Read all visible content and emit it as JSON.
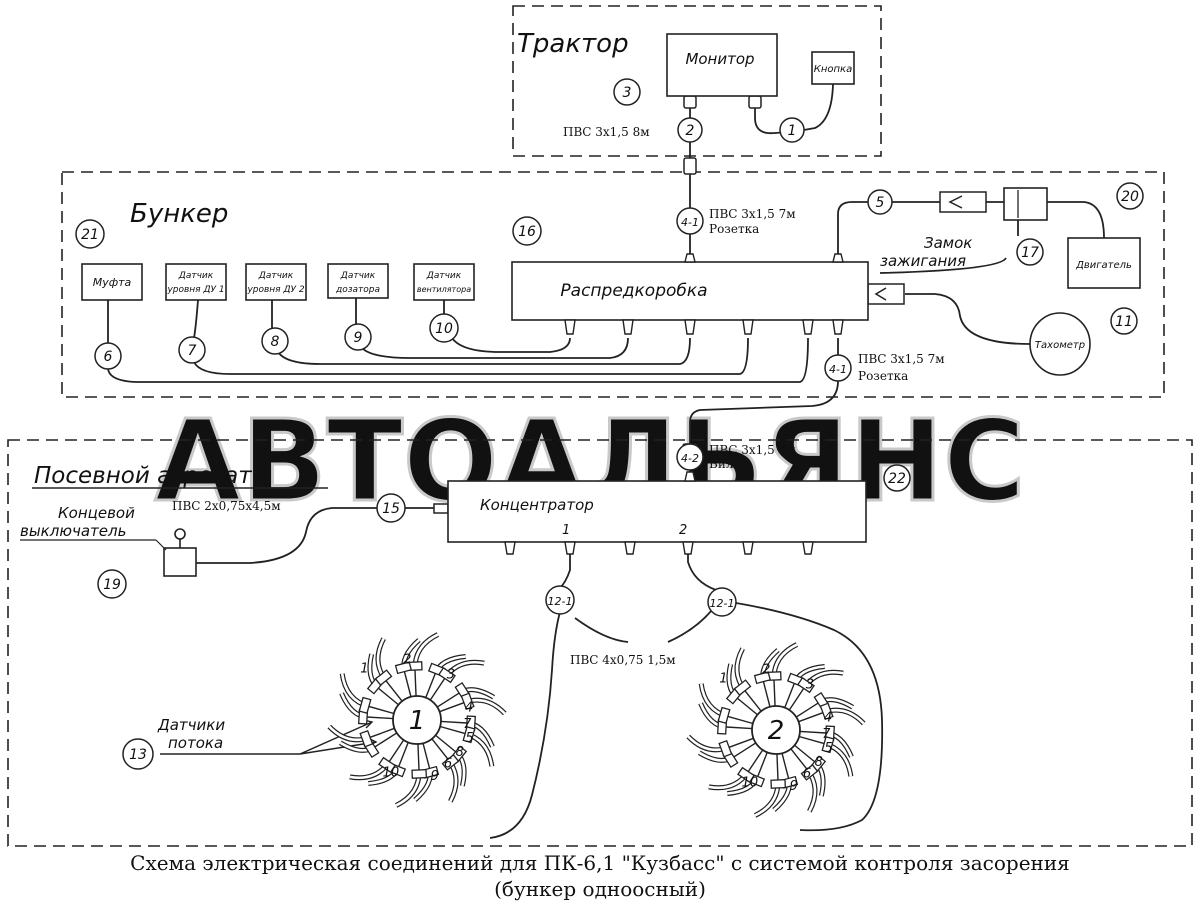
{
  "zones": {
    "tractor": "Трактор",
    "bunker": "Бункер",
    "seeder": "Посевной агрегат"
  },
  "blocks": {
    "monitor": "Монитор",
    "button": "Кнопка",
    "distribution_box": "Распредкоробка",
    "clutch": "Муфта",
    "level_sensor_1": [
      "Датчик",
      "уровня ДУ 1"
    ],
    "level_sensor_2": [
      "Датчик",
      "уровня ДУ 2"
    ],
    "dispenser_sensor": [
      "Датчик",
      "дозатора"
    ],
    "fan_sensor": [
      "Датчик",
      "вентилятора"
    ],
    "engine": "Двигатель",
    "tachometer": "Тахометр",
    "concentrator": "Концентратор"
  },
  "labels": {
    "ignition": [
      "Замок",
      "зажигания"
    ],
    "limit_switch": [
      "Концевой",
      "выключатель"
    ],
    "flow_sensors": [
      "Датчики",
      "потока"
    ]
  },
  "cables": {
    "c2": "ПВС 3х1,5  8м",
    "c41_top": [
      "ПВС 3х1,5  7м",
      "Розетка"
    ],
    "c41_bottom": [
      "ПВС 3х1,5  7м",
      "Розетка"
    ],
    "c42": [
      "ПВС 3х1,5  7м",
      "Вилка"
    ],
    "c15": "ПВС 2х0,75х4,5м",
    "c12": "ПВС 4х0,75  1,5м"
  },
  "callouts": {
    "n1": "1",
    "n2": "2",
    "n3": "3",
    "n5": "5",
    "n6": "6",
    "n7": "7",
    "n8": "8",
    "n9": "9",
    "n10": "10",
    "n11": "11",
    "n13": "13",
    "n15": "15",
    "n16": "16",
    "n17": "17",
    "n19": "19",
    "n20": "20",
    "n21": "21",
    "n22": "22",
    "n41a": "4-1",
    "n41b": "4-1",
    "n42": "4-2",
    "n121a": "12-1",
    "n121b": "12-1"
  },
  "concentrator_ports": [
    "1",
    "2"
  ],
  "hubs": [
    "1",
    "2"
  ],
  "sensor_numbers": [
    "1",
    "2",
    "3",
    "4",
    "5",
    "6",
    "7",
    "8",
    "9",
    "10"
  ],
  "watermark": "АВТОАЛЬЯНС",
  "caption": {
    "line1": "Схема электрическая соединений для ПК-6,1   \"Кузбасс\" с системой контроля засорения",
    "line2": "(бункер одноосный)"
  }
}
